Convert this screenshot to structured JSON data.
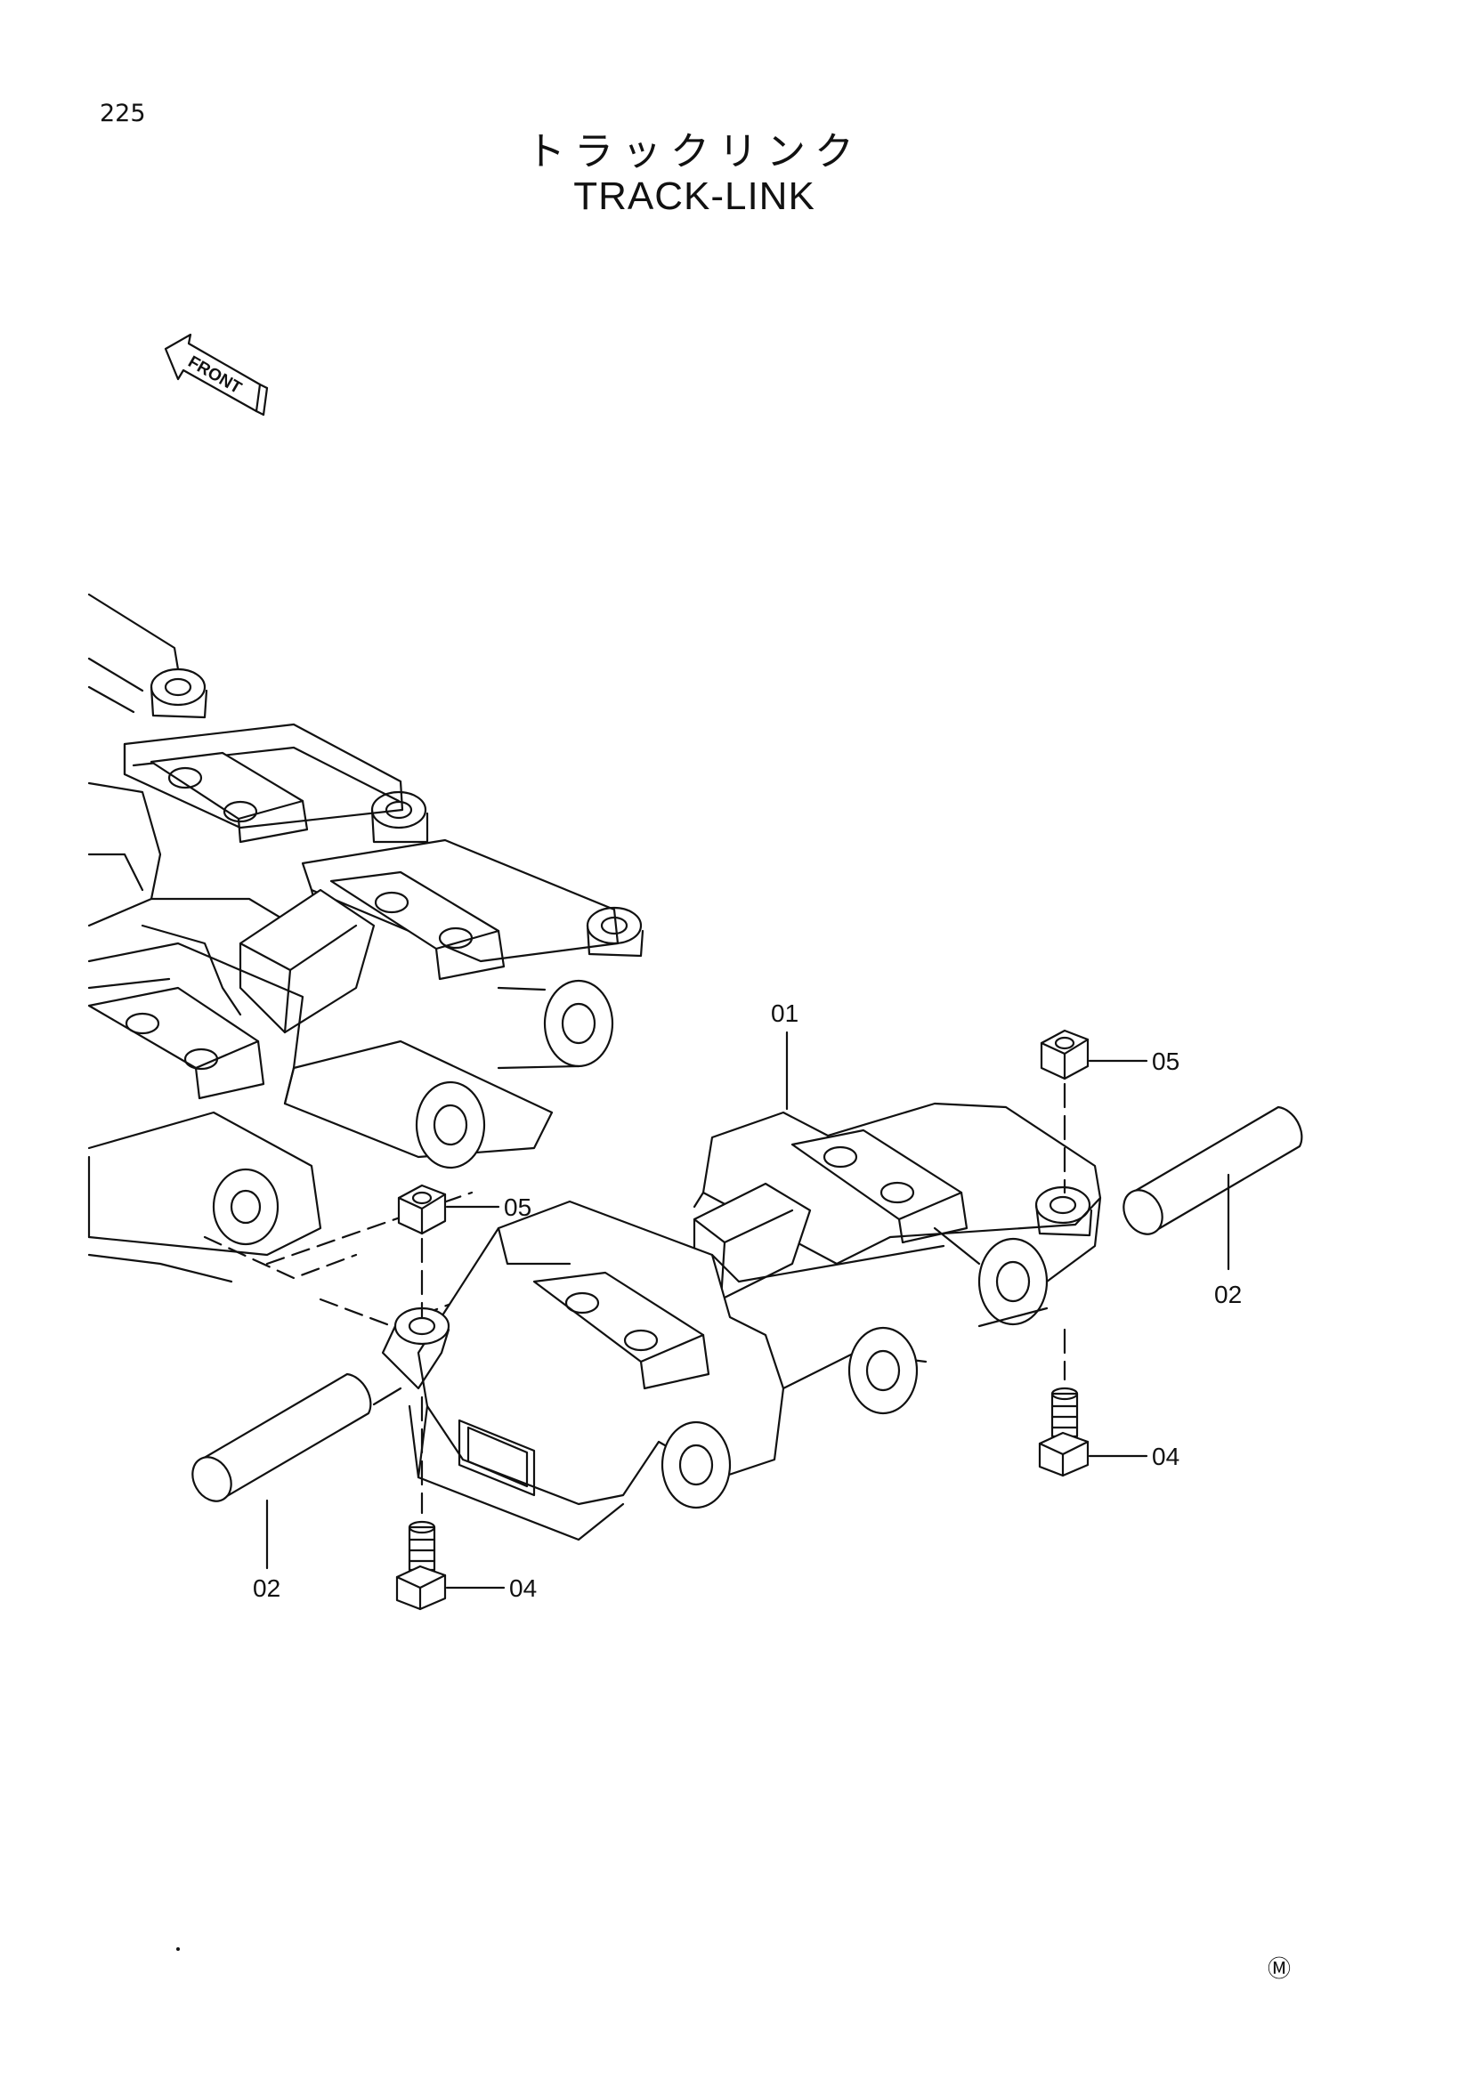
{
  "header": {
    "page_number": "225",
    "title_jp": "トラックリンク",
    "title_en": "TRACK-LINK"
  },
  "front_arrow": {
    "label": "FRONT"
  },
  "callouts": {
    "c01": "01",
    "c05_top": "05",
    "c05_mid": "05",
    "c02_right": "02",
    "c02_left": "02",
    "c04_right": "04",
    "c04_left": "04"
  },
  "footer": {
    "mark": "Ⓜ"
  }
}
